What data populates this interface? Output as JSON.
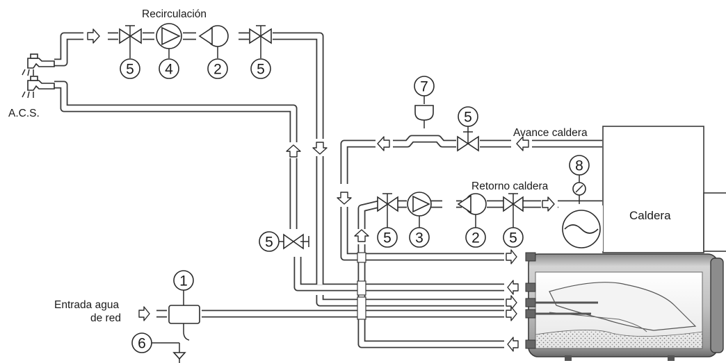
{
  "labels": {
    "recirculacion": "Recirculación",
    "acs": "A.C.S.",
    "avance": "Avance caldera",
    "retorno": "Retorno caldera",
    "caldera": "Caldera",
    "entrada_line1": "Entrada agua",
    "entrada_line2": "de red"
  },
  "components": {
    "n1": "1",
    "n2": "2",
    "n3": "3",
    "n4": "4",
    "n5": "5",
    "n6": "6",
    "n7": "7",
    "n8": "8"
  },
  "icons": [
    "valve-icon",
    "pump-icon",
    "check-valve-icon",
    "expansion-vessel-icon",
    "pressure-gauge-icon",
    "filter-icon",
    "drain-icon",
    "tap-icon",
    "flow-arrow-icon",
    "storage-tank-icon",
    "boiler-icon"
  ]
}
